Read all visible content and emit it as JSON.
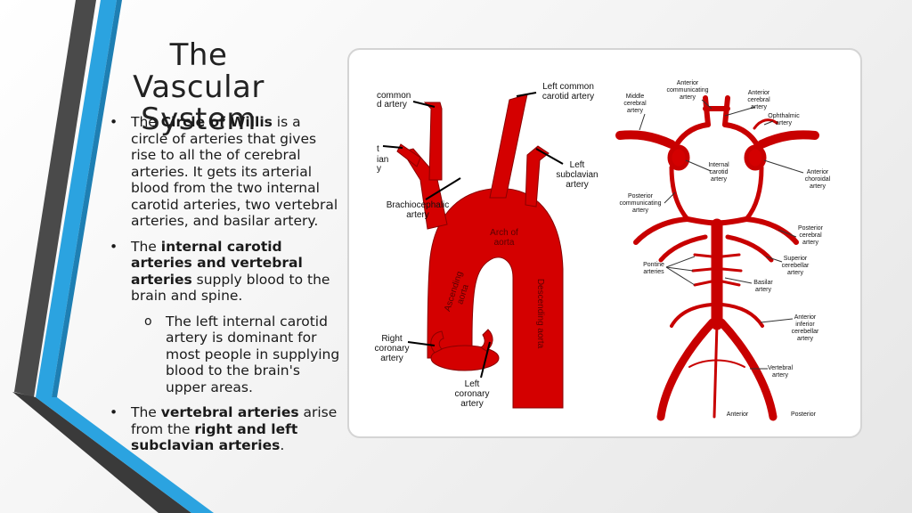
{
  "slide": {
    "title_line1": "The Vascular",
    "title_line2": "System"
  },
  "bullets": {
    "b1": {
      "t1": "The ",
      "s1": "Circle of Willis",
      "t2": " is a circle of arteries that gives rise to all the of cerebral arteries. It gets its arterial blood from the two internal carotid arteries, two vertebral arteries, and basilar artery."
    },
    "b2": {
      "t1": "The ",
      "s1": "internal carotid arteries and vertebral arteries",
      "t2": " supply blood to the brain and spine."
    },
    "sub": {
      "text": "The left internal carotid artery is dominant for most people in supplying blood to the brain's upper areas."
    },
    "b3": {
      "t1": "The ",
      "s1": "vertebral arteries",
      "t2": " arise from the ",
      "s2": "right and left subclavian arteries",
      "t3": "."
    }
  },
  "aorta_diagram": {
    "right_common_carotid": [
      "common",
      "d artery"
    ],
    "right_subclavian": [
      "t",
      "ian",
      "y"
    ],
    "left_common_carotid": [
      "Left common",
      "carotid artery"
    ],
    "left_subclavian": [
      "Left",
      "subclavian",
      "artery"
    ],
    "brachiocephalic": [
      "Brachiocephalic",
      "artery"
    ],
    "arch": [
      "Arch of",
      "aorta"
    ],
    "ascending": [
      "Ascending",
      "aorta"
    ],
    "descending": "Descending aorta",
    "right_coronary": [
      "Right",
      "coronary",
      "artery"
    ],
    "left_coronary": [
      "Left",
      "coronary",
      "artery"
    ]
  },
  "willis_diagram": {
    "anterior_communicating": [
      "Anterior",
      "communicating",
      "artery"
    ],
    "middle_cerebral": [
      "Middle",
      "cerebral",
      "artery"
    ],
    "anterior_cerebral": [
      "Anterior",
      "cerebral",
      "artery"
    ],
    "ophthalmic": [
      "Ophthalmic",
      "artery"
    ],
    "internal_carotid": [
      "Internal",
      "carotid",
      "artery"
    ],
    "anterior_choroidal": [
      "Anterior",
      "choroidal",
      "artery"
    ],
    "posterior_communicating": [
      "Posterior",
      "communicating",
      "artery"
    ],
    "posterior_cerebral": [
      "Posterior",
      "cerebral",
      "artery"
    ],
    "superior_cerebellar": [
      "Superior",
      "cerebellar",
      "artery"
    ],
    "pontine": [
      "Pontine",
      "arteries"
    ],
    "basilar": [
      "Basilar",
      "artery"
    ],
    "anterior_inferior_cerebellar": [
      "Anterior",
      "inferior",
      "cerebellar",
      "artery"
    ],
    "vertebral": [
      "Vertebral",
      "artery"
    ],
    "bottom_left": "Anterior",
    "bottom_right": "Posterior"
  },
  "colors": {
    "artery_red": "#d40000",
    "accent_blue": "#2ba3e0",
    "dark_stripe": "#3a3a3a"
  }
}
